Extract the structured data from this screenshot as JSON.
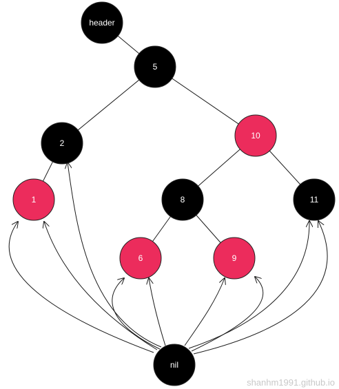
{
  "colors": {
    "black_node": "#000000",
    "red_node": "#ec2c5c",
    "node_outline": "#222222",
    "label": "#ffffff"
  },
  "nodes": [
    {
      "id": "header",
      "label": "header",
      "color": "black"
    },
    {
      "id": "n5",
      "label": "5",
      "color": "black"
    },
    {
      "id": "n2",
      "label": "2",
      "color": "black"
    },
    {
      "id": "n10",
      "label": "10",
      "color": "red"
    },
    {
      "id": "n1",
      "label": "1",
      "color": "red"
    },
    {
      "id": "n8",
      "label": "8",
      "color": "black"
    },
    {
      "id": "n11",
      "label": "11",
      "color": "black"
    },
    {
      "id": "n6",
      "label": "6",
      "color": "red"
    },
    {
      "id": "n9",
      "label": "9",
      "color": "red"
    },
    {
      "id": "nil",
      "label": "nil",
      "color": "black"
    }
  ],
  "edges": [
    {
      "from": "header",
      "to": "n5"
    },
    {
      "from": "n5",
      "to": "n2"
    },
    {
      "from": "n5",
      "to": "n10"
    },
    {
      "from": "n2",
      "to": "n1"
    },
    {
      "from": "n10",
      "to": "n8"
    },
    {
      "from": "n10",
      "to": "n11"
    },
    {
      "from": "n8",
      "to": "n6"
    },
    {
      "from": "n8",
      "to": "n9"
    }
  ],
  "nil_links": [
    {
      "to": "n1",
      "side": "left"
    },
    {
      "to": "n1",
      "side": "bottom"
    },
    {
      "to": "n2",
      "side": "bottom"
    },
    {
      "to": "n6",
      "side": "left"
    },
    {
      "to": "n6",
      "side": "bottom"
    },
    {
      "to": "n9",
      "side": "bottom"
    },
    {
      "to": "n9",
      "side": "right"
    },
    {
      "to": "n11",
      "side": "bottom"
    },
    {
      "to": "n11",
      "side": "right"
    }
  ],
  "watermark": "shanhm1991.github.io"
}
